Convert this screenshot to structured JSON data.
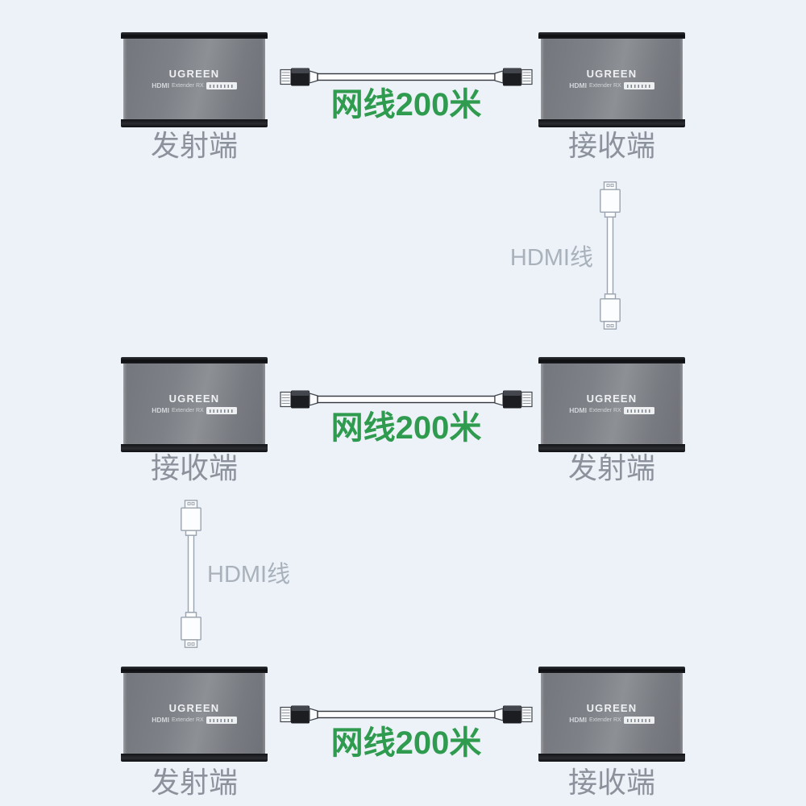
{
  "background_color": "#edf2f8",
  "colors": {
    "accent_green": "#2f9b4f",
    "device_label_gray": "#8c929b",
    "hdmi_label_gray": "#a9b1bb",
    "device_body_gray": "#7e8187"
  },
  "device": {
    "brand": "UGREEN",
    "model_bold": "HDMI",
    "model_rest": "Extender RX"
  },
  "rows": [
    {
      "left_device_label": "发射端",
      "right_device_label": "接收端",
      "cable_label": "网线200米"
    },
    {
      "left_device_label": "接收端",
      "right_device_label": "发射端",
      "cable_label": "网线200米"
    },
    {
      "left_device_label": "发射端",
      "right_device_label": "接收端",
      "cable_label": "网线200米"
    }
  ],
  "hdmi_cables": [
    {
      "label": "HDMI线",
      "position": "right-between-row1-row2"
    },
    {
      "label": "HDMI线",
      "position": "left-between-row2-row3"
    }
  ]
}
